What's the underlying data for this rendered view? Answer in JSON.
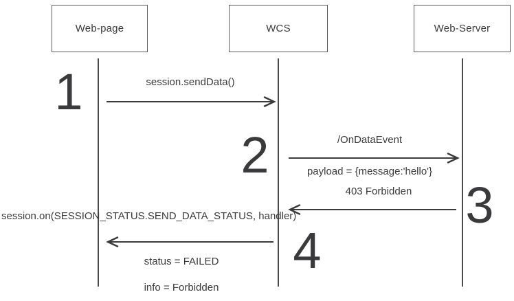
{
  "diagram": {
    "type": "sequence-diagram",
    "actors": [
      {
        "name": "Web-page"
      },
      {
        "name": "WCS"
      },
      {
        "name": "Web-Server"
      }
    ],
    "steps": [
      {
        "num": "1",
        "from": "Web-page",
        "to": "WCS",
        "direction": "right",
        "label": "session.sendData()"
      },
      {
        "num": "2",
        "from": "WCS",
        "to": "Web-Server",
        "direction": "right",
        "label": "/OnDataEvent",
        "sublabel": "payload = {message:'hello'}"
      },
      {
        "num": "3",
        "from": "Web-Server",
        "to": "WCS",
        "direction": "left",
        "label": "403 Forbidden"
      },
      {
        "num": "4",
        "from": "WCS",
        "to": "Web-page",
        "direction": "left",
        "label": "session.on(SESSION_STATUS.SEND_DATA_STATUS, handler)",
        "sublabel": "status = FAILED",
        "sublabel2": "info = Forbidden"
      }
    ],
    "colors": {
      "line": "#3a3a3c",
      "text": "#3b3b3d",
      "border": "#595959",
      "background": "#ffffff"
    }
  }
}
